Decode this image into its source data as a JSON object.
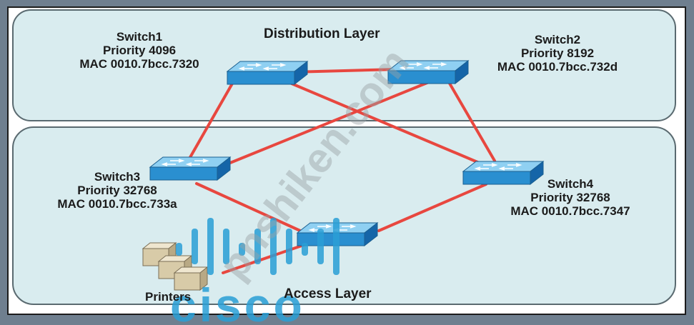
{
  "layers": {
    "distribution": "Distribution Layer",
    "access": "Access Layer"
  },
  "switches": {
    "switch1": {
      "name": "Switch1",
      "priority": "Priority 4096",
      "mac": "MAC 0010.7bcc.7320"
    },
    "switch2": {
      "name": "Switch2",
      "priority": "Priority 8192",
      "mac": "MAC 0010.7bcc.732d"
    },
    "switch3": {
      "name": "Switch3",
      "priority": "Priority 32768",
      "mac": "MAC 0010.7bcc.733a"
    },
    "switch4": {
      "name": "Switch4",
      "priority": "Priority 32768",
      "mac": "MAC 0010.7bcc.7347"
    }
  },
  "printers_label": "Printers",
  "watermark": {
    "site": "pnshiken.com",
    "logo_text": "cisco"
  },
  "colors": {
    "link": "#e8473f",
    "switch_top": "#6fc0ea",
    "switch_side": "#1f7dc0",
    "layer_fill": "#d9ecef",
    "watermark": "#2a9fd6"
  }
}
